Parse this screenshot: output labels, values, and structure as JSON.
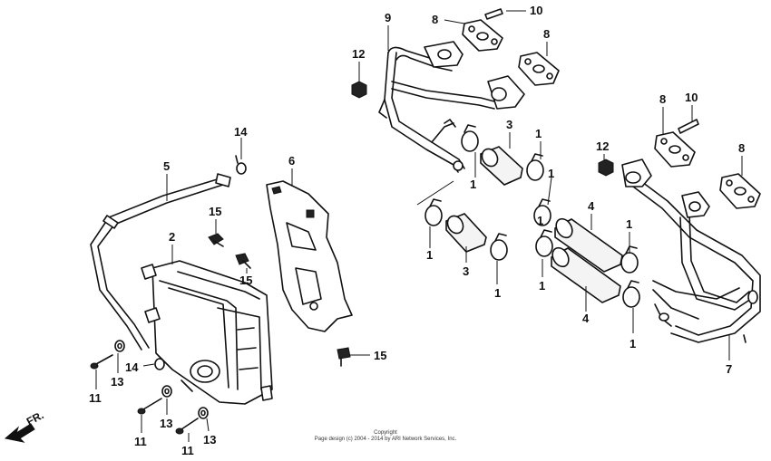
{
  "callouts": [
    {
      "id": "c1a",
      "text": "1"
    },
    {
      "id": "c1b",
      "text": "1"
    },
    {
      "id": "c1c",
      "text": "1"
    },
    {
      "id": "c1d",
      "text": "1"
    },
    {
      "id": "c1e",
      "text": "1"
    },
    {
      "id": "c1f",
      "text": "1"
    },
    {
      "id": "c1g",
      "text": "1"
    },
    {
      "id": "c1h",
      "text": "1"
    },
    {
      "id": "c1i",
      "text": "1"
    },
    {
      "id": "c2",
      "text": "2"
    },
    {
      "id": "c3a",
      "text": "3"
    },
    {
      "id": "c3b",
      "text": "3"
    },
    {
      "id": "c4a",
      "text": "4"
    },
    {
      "id": "c4b",
      "text": "4"
    },
    {
      "id": "c5",
      "text": "5"
    },
    {
      "id": "c6",
      "text": "6"
    },
    {
      "id": "c7",
      "text": "7"
    },
    {
      "id": "c8a",
      "text": "8"
    },
    {
      "id": "c8b",
      "text": "8"
    },
    {
      "id": "c8c",
      "text": "8"
    },
    {
      "id": "c8d",
      "text": "8"
    },
    {
      "id": "c9",
      "text": "9"
    },
    {
      "id": "c10a",
      "text": "10"
    },
    {
      "id": "c10b",
      "text": "10"
    },
    {
      "id": "c11a",
      "text": "11"
    },
    {
      "id": "c11b",
      "text": "11"
    },
    {
      "id": "c11c",
      "text": "11"
    },
    {
      "id": "c12a",
      "text": "12"
    },
    {
      "id": "c12b",
      "text": "12"
    },
    {
      "id": "c13a",
      "text": "13"
    },
    {
      "id": "c13b",
      "text": "13"
    },
    {
      "id": "c13c",
      "text": "13"
    },
    {
      "id": "c14a",
      "text": "14"
    },
    {
      "id": "c14b",
      "text": "14"
    },
    {
      "id": "c15a",
      "text": "15"
    },
    {
      "id": "c15b",
      "text": "15"
    },
    {
      "id": "c15c",
      "text": "15"
    }
  ],
  "direction_label": "FR.",
  "copyright": {
    "line1": "Copyright",
    "line2": "Page design (c) 2004 - 2014 by ARI Network Services, Inc."
  }
}
